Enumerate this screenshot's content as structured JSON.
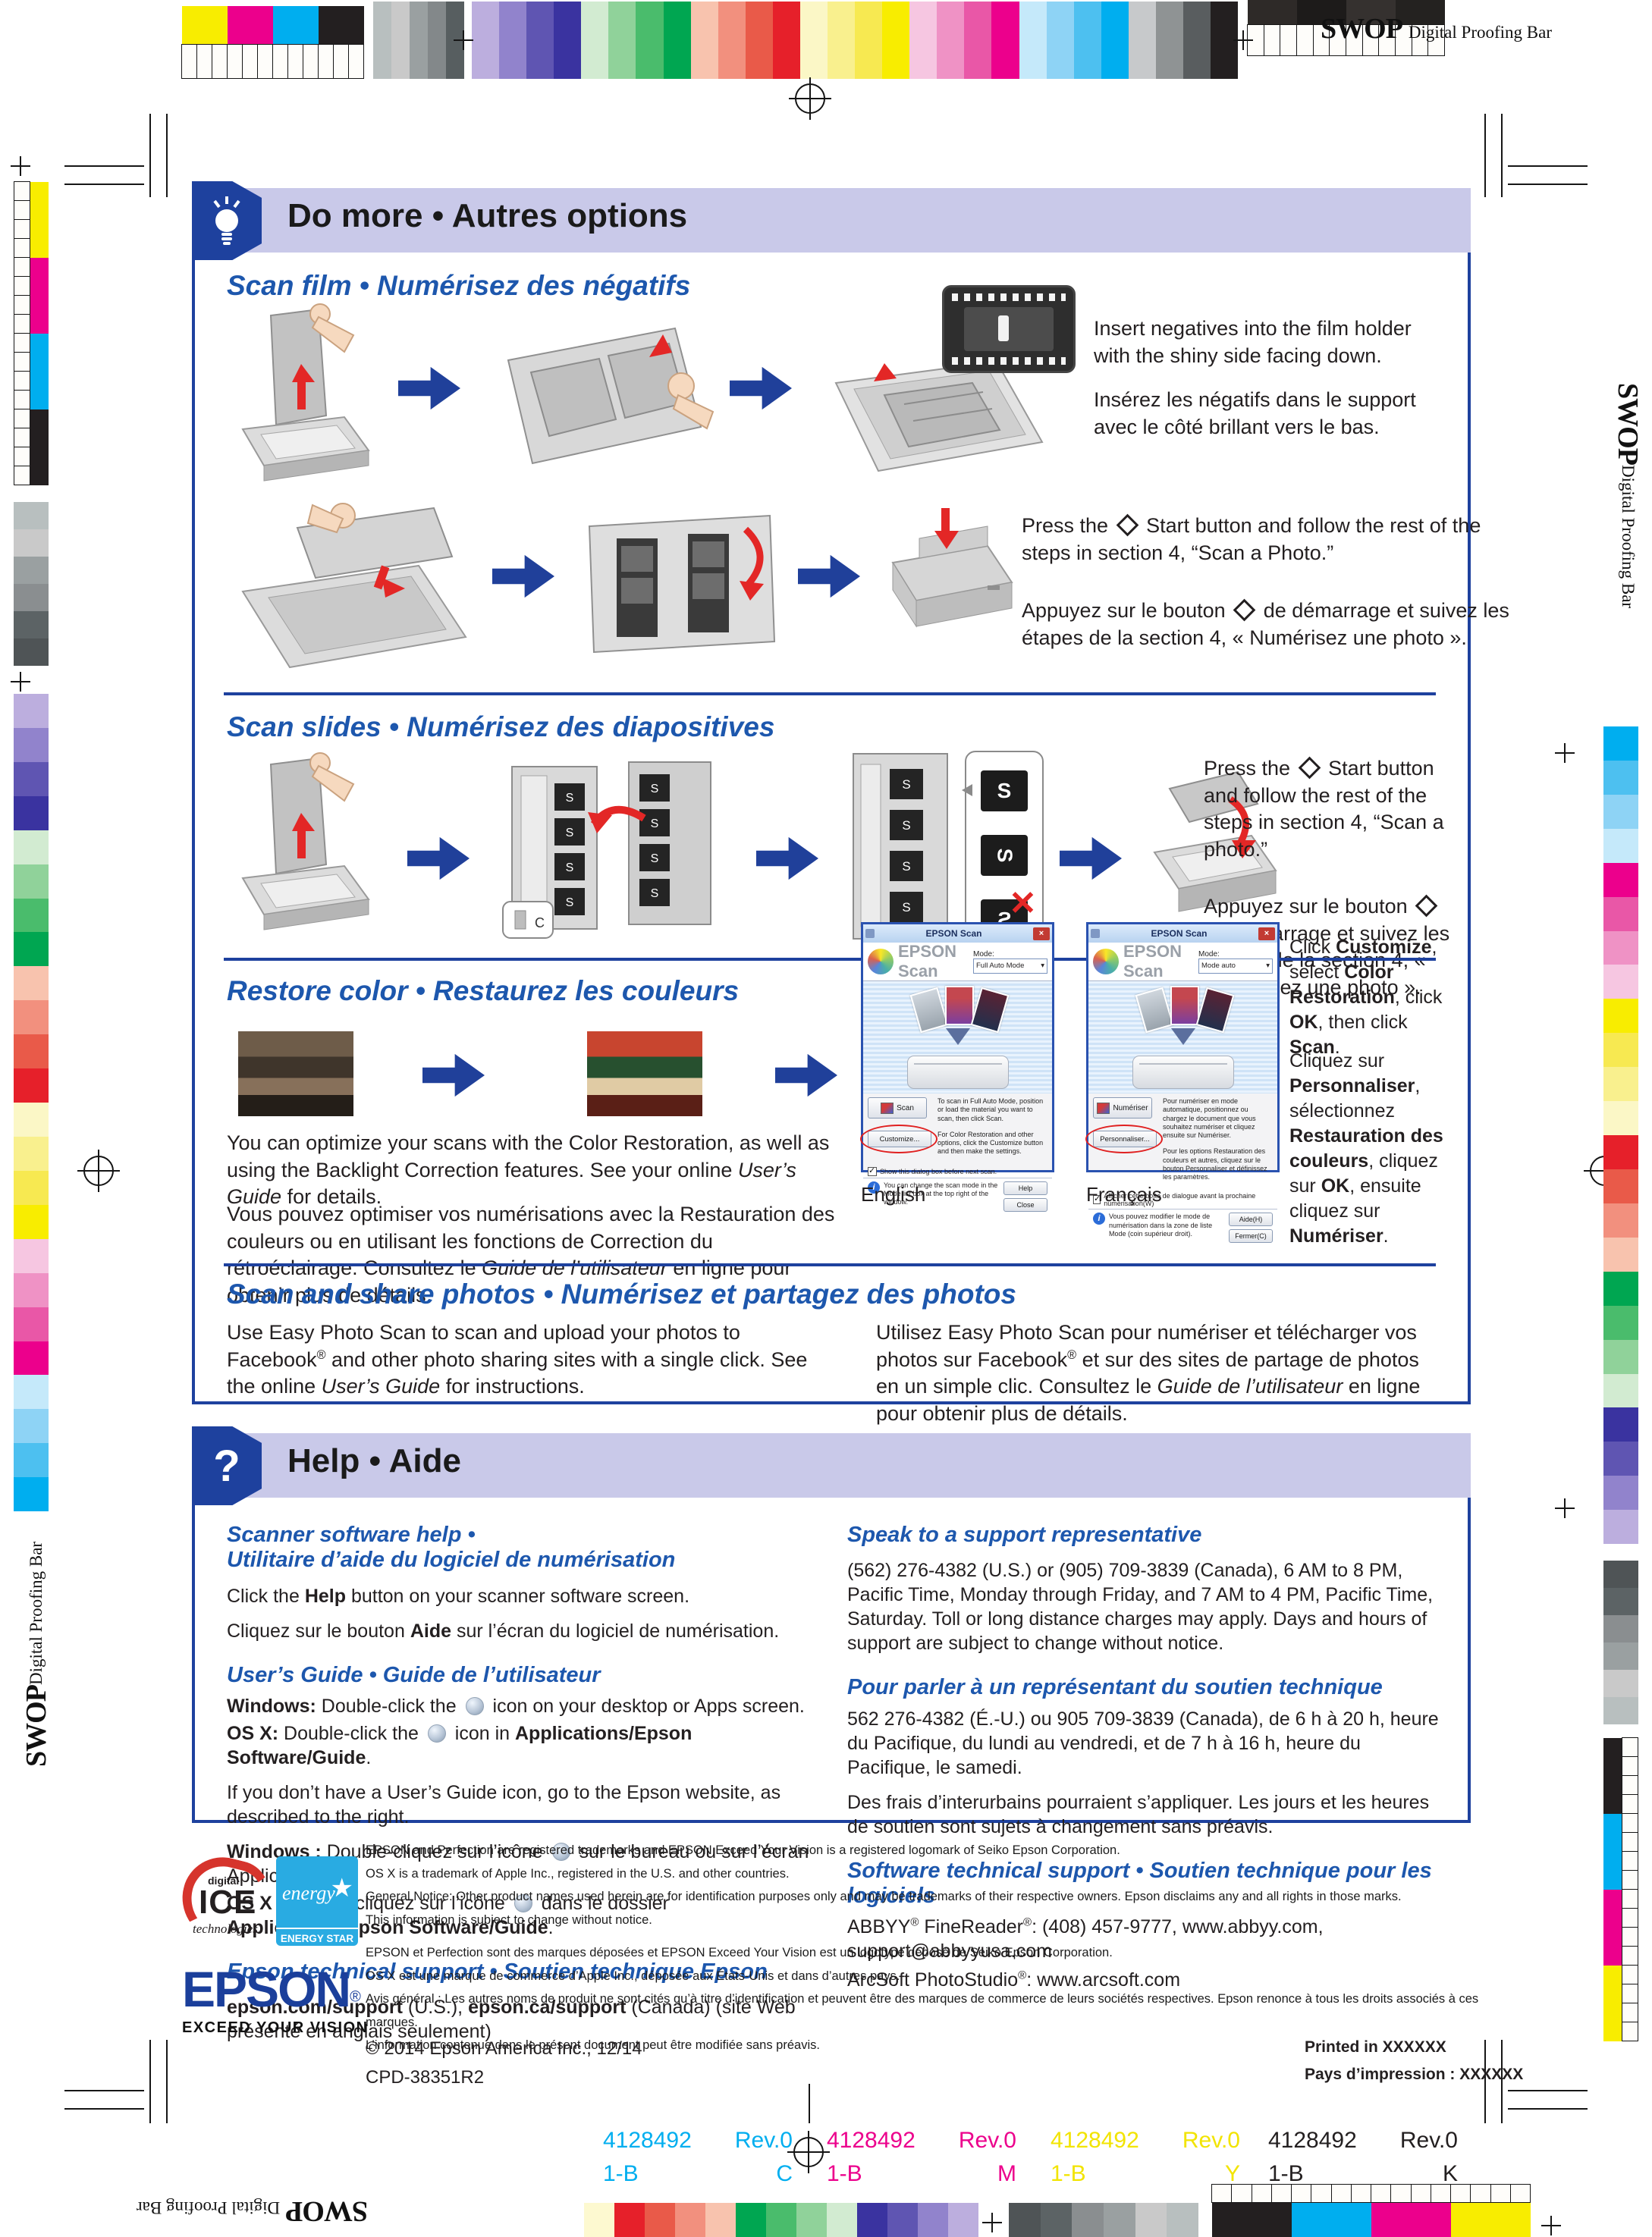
{
  "proof": {
    "swop_bold": "SWOP",
    "swop_rest": "Digital Proofing Bar"
  },
  "colors": {
    "accent_blue": "#1e419e",
    "heading_blue": "#1d57ad",
    "band_bg": "#c9c9e9",
    "text": "#231f20",
    "red": "#e32726"
  },
  "palettes": {
    "kcmy_top": [
      "#f8ed00",
      "#ec008c",
      "#00aeef",
      "#231f20"
    ],
    "top_grays": [
      "#b8bfbf",
      "#c9c9c9",
      "#9aa0a1",
      "#83888a",
      "#575e60"
    ],
    "top_rainbow": [
      "#bcaede",
      "#9183cc",
      "#5f55b2",
      "#3a33a0",
      "#d2ebd1",
      "#90d29a",
      "#4abc6c",
      "#00a651",
      "#f8c3ae",
      "#f2907e",
      "#e95a49",
      "#e6202a",
      "#fbf7c6",
      "#f9f08e",
      "#f7e951",
      "#f8ed00",
      "#f6c6e1",
      "#ef92c5",
      "#e957a7",
      "#ec008c",
      "#c5e9fa",
      "#8ed3f5",
      "#4dc0f0",
      "#00aeef",
      "#c7c9cb",
      "#8f9394",
      "#595d5f",
      "#231f20"
    ],
    "top_right_dark": [
      "#2e2a28",
      "#1d1b1a",
      "#35312f",
      "#242220"
    ],
    "left_shades": [
      "#bcaede",
      "#9183cc",
      "#5f55b2",
      "#3a33a0",
      "#d2ebd1",
      "#90d29a",
      "#4abc6c",
      "#00a651",
      "#f8c3ae",
      "#f2907e",
      "#e95a49",
      "#e6202a",
      "#fbf7c6",
      "#f9f08e",
      "#f7e951",
      "#f8ed00",
      "#f6c6e1",
      "#ef92c5",
      "#e957a7",
      "#ec008c",
      "#c5e9fa",
      "#8ed3f5",
      "#4dc0f0",
      "#00aeef"
    ],
    "right_shades": [
      "#00aeef",
      "#4dc0f0",
      "#8ed3f5",
      "#c5e9fa",
      "#ec008c",
      "#e957a7",
      "#ef92c5",
      "#f6c6e1",
      "#f8ed00",
      "#f7e951",
      "#f9f08e",
      "#fbf7c6",
      "#e6202a",
      "#e95a49",
      "#f2907e",
      "#f8c3ae",
      "#00a651",
      "#4abc6c",
      "#90d29a",
      "#d2ebd1",
      "#3a33a0",
      "#5f55b2",
      "#9183cc",
      "#bcaede"
    ],
    "left_grays": [
      "#b8bfbf",
      "#c9c9c9",
      "#9aa0a1",
      "#8a8e90",
      "#5c6365",
      "#4f5456"
    ],
    "right_grays": [
      "#4f5456",
      "#5c6365",
      "#8a8e90",
      "#9aa0a1",
      "#c9c9c9",
      "#b8bfbf"
    ],
    "bottom_rainbow": [
      "#fdf9d0",
      "#e6202a",
      "#e95a49",
      "#f2907e",
      "#f8c3ae",
      "#00a651",
      "#4abc6c",
      "#90d29a",
      "#d2ebd1",
      "#3a33a0",
      "#5f55b2",
      "#9183cc",
      "#bcaede"
    ],
    "bottom_grays": [
      "#4f5456",
      "#5c6365",
      "#8a8e90",
      "#9aa0a1",
      "#c9c9c9",
      "#b8bfbf"
    ],
    "kcmy_bottom": [
      "#231f20",
      "#00aeef",
      "#ec008c",
      "#f8ed00"
    ],
    "kcmy_right": [
      "#231f20",
      "#00aeef",
      "#ec008c",
      "#f8ed00"
    ]
  },
  "do_more": {
    "title": "Do more • Autres options",
    "film": {
      "heading": "Scan film • Numérisez des négatifs",
      "note1_en": "Insert negatives into the film holder with the shiny side facing down.",
      "note1_fr": "Insérez les négatifs dans le support avec le côté brillant vers le bas.",
      "note2_en": [
        {
          "t": "Press the "
        },
        {
          "icon": "start-button"
        },
        {
          "t": " Start button and follow the rest of the steps in section 4, “Scan a Photo.”"
        }
      ],
      "note2_fr": [
        {
          "t": "Appuyez sur le bouton "
        },
        {
          "icon": "start-button"
        },
        {
          "t": " de démarrage et suivez les étapes de la section 4, « Numérisez une photo »."
        }
      ]
    },
    "slides": {
      "heading": "Scan slides • Numérisez des diapositives",
      "note_en": [
        {
          "t": "Press the "
        },
        {
          "icon": "start-button"
        },
        {
          "t": " Start button and follow the rest of the steps in section 4, “Scan a photo.”"
        }
      ],
      "note_fr": [
        {
          "t": "Appuyez sur le bouton "
        },
        {
          "icon": "start-button"
        },
        {
          "t": " de démarrage et suivez les étapes de la section 4, « Numérisez une photo »."
        }
      ]
    },
    "restore": {
      "heading": "Restore color • Restaurez les couleurs",
      "para_en": [
        {
          "t": "You can optimize your scans with the Color Restoration, as well as using the Backlight Correction features. See your online "
        },
        {
          "t": "User’s Guide",
          "i": true
        },
        {
          "t": " for details."
        }
      ],
      "para_fr": [
        {
          "t": "Vous pouvez optimiser vos numérisations avec la Restauration des couleurs ou en utilisant les fonctions de Correction du rétroéclairage. Consultez le "
        },
        {
          "t": "Guide de l’utilisateur",
          "i": true
        },
        {
          "t": " en ligne pour obtenir plus de détails."
        }
      ],
      "side_en": [
        {
          "t": "Click "
        },
        {
          "t": "Customize",
          "b": true
        },
        {
          "t": ", select "
        },
        {
          "t": "Color Restoration",
          "b": true
        },
        {
          "t": ", click "
        },
        {
          "t": "OK",
          "b": true
        },
        {
          "t": ", then click "
        },
        {
          "t": "Scan",
          "b": true
        },
        {
          "t": "."
        }
      ],
      "side_fr": [
        {
          "t": "Cliquez sur "
        },
        {
          "t": "Personnaliser",
          "b": true
        },
        {
          "t": ", sélectionnez "
        },
        {
          "t": "Restauration des couleurs",
          "b": true
        },
        {
          "t": ", cliquez sur "
        },
        {
          "t": "OK",
          "b": true
        },
        {
          "t": ", ensuite cliquez sur "
        },
        {
          "t": "Numériser",
          "b": true
        },
        {
          "t": "."
        }
      ],
      "label_en": "English",
      "label_fr": "Français"
    },
    "share": {
      "heading": "Scan and share photos • Numérisez et partagez des photos",
      "para_en": [
        {
          "t": "Use Easy Photo Scan to scan and upload your photos to Facebook"
        },
        {
          "t": "®",
          "sup": true
        },
        {
          "t": " and other photo sharing sites with a single click. See the online "
        },
        {
          "t": "User’s Guide",
          "i": true
        },
        {
          "t": " for instructions."
        }
      ],
      "para_fr": [
        {
          "t": "Utilisez Easy Photo Scan pour numériser et télécharger vos photos sur Facebook"
        },
        {
          "t": "®",
          "sup": true
        },
        {
          "t": " et sur des sites de partage de photos en un simple clic. Consultez le "
        },
        {
          "t": "Guide de l’utilisateur",
          "i": true
        },
        {
          "t": " en ligne pour obtenir plus de détails."
        }
      ]
    }
  },
  "dialogs": {
    "en": {
      "title": "EPSON Scan",
      "logo": "EPSON Scan",
      "mode_label": "Mode:",
      "mode_value": "Full Auto Mode",
      "scan_btn": "Scan",
      "scan_desc": "To scan in Full Auto Mode, position or load the material you want to scan, then click Scan.",
      "customize_btn": "Customize...",
      "customize_desc": "For Color Restoration and other options, click the Customize button and then make the settings.",
      "checkbox": "Show this dialog box before next scan.",
      "info": "You can change the scan mode in the Mode list box at the top right of the window.",
      "help_btn": "Help",
      "close_btn": "Close"
    },
    "fr": {
      "title": "EPSON Scan",
      "logo": "EPSON Scan",
      "mode_label": "Mode:",
      "mode_value": "Mode auto",
      "scan_btn": "Numériser",
      "scan_desc": "Pour numériser en mode automatique, positionnez ou chargez le document que vous souhaitez numériser et cliquez ensuite sur Numériser.",
      "customize_btn": "Personnaliser...",
      "customize_desc": "Pour les options Restauration des couleurs et autres, cliquez sur le bouton Personnaliser et définissez les paramètres.",
      "checkbox": "Afficher cette boîte de dialogue avant la prochaine numérisation(W)",
      "info": "Vous pouvez modifier le mode de numérisation dans la zone de liste Mode (coin supérieur droit).",
      "help_btn": "Aide(H)",
      "close_btn": "Fermer(C)"
    }
  },
  "help": {
    "title": "Help • Aide",
    "left": {
      "h1a": "Scanner software help •",
      "h1b": "Utilitaire d’aide du logiciel de numérisation",
      "p1": [
        {
          "t": "Click the "
        },
        {
          "t": "Help",
          "b": true
        },
        {
          "t": " button on your scanner software screen."
        }
      ],
      "p2": [
        {
          "t": "Cliquez sur le bouton "
        },
        {
          "t": "Aide",
          "b": true
        },
        {
          "t": " sur l’écran du logiciel de numérisation."
        }
      ],
      "h2": "User’s Guide • Guide de l’utilisateur",
      "win_en": [
        {
          "t": "Windows:",
          "b": true
        },
        {
          "t": " Double-click the "
        },
        {
          "icon": "guide"
        },
        {
          "t": " icon on your desktop or Apps screen."
        }
      ],
      "osx_en": [
        {
          "t": "OS X:",
          "b": true
        },
        {
          "t": " Double-click the "
        },
        {
          "icon": "guide"
        },
        {
          "t": " icon in "
        },
        {
          "t": "Applications/Epson Software/Guide",
          "b": true
        },
        {
          "t": "."
        }
      ],
      "if_note": "If you don’t have a User’s Guide icon, go to the Epson website, as described to the right.",
      "win_fr": [
        {
          "t": "Windows :",
          "b": true
        },
        {
          "t": " Double-cliquez sur l’icône "
        },
        {
          "icon": "guide"
        },
        {
          "t": " sur le bureau ou sur l’écran Applications."
        }
      ],
      "osx_fr": [
        {
          "t": "OS X :",
          "b": true
        },
        {
          "t": " Double-cliquez sur l’icône "
        },
        {
          "icon": "guide"
        },
        {
          "t": " dans le dossier "
        },
        {
          "t": "Applications/Epson Software/Guide",
          "b": true
        },
        {
          "t": "."
        }
      ],
      "h3": "Epson technical support • Soutien technique Epson",
      "support": [
        {
          "t": "epson.com/support",
          "b": true
        },
        {
          "t": " (U.S.), "
        },
        {
          "t": "epson.ca/support",
          "b": true
        },
        {
          "t": " (Canada) (site Web présenté en anglais seulement)"
        }
      ]
    },
    "right": {
      "h1": "Speak to a support representative",
      "p1": "(562) 276-4382 (U.S.) or (905) 709-3839 (Canada), 6 AM to 8 PM, Pacific Time, Monday through Friday, and 7 AM to 4 PM, Pacific Time, Saturday. Toll or long distance charges may apply. Days and hours of support are subject to change without notice.",
      "h2": "Pour parler à un représentant du soutien technique",
      "p2": "562 276-4382 (É.-U.) ou 905 709-3839 (Canada), de 6 h à 20 h, heure du Pacifique, du lundi au vendredi, et de 7 h à 16 h, heure du Pacifique, le samedi.",
      "p3": "Des frais d’interurbains pourraient s’appliquer. Les jours et les heures de soutien sont sujets à changement sans préavis.",
      "h3": "Software technical support • Soutien technique pour les logiciels",
      "p4": [
        {
          "t": "ABBYY"
        },
        {
          "t": "®",
          "sup": true
        },
        {
          "t": " FineReader"
        },
        {
          "t": "®",
          "sup": true
        },
        {
          "t": ": (408) 457-9777, www.abbyy.com, support@abbyyusa.com"
        }
      ],
      "p5": [
        {
          "t": "ArcSoft PhotoStudio"
        },
        {
          "t": "®",
          "sup": true
        },
        {
          "t": ": www.arcsoft.com"
        }
      ]
    }
  },
  "footer": {
    "tm_en": [
      "EPSON and Perfection are registered trademarks and EPSON Exceed Your Vision is a registered logomark of Seiko Epson Corporation.",
      "OS X is a trademark of Apple Inc., registered in the U.S. and other countries.",
      "General Notice: Other product names used herein are for identification purposes only and may be trademarks of their respective owners. Epson disclaims any and all rights in those marks.",
      "This information is subject to change without notice."
    ],
    "tm_fr": [
      "EPSON et Perfection sont des marques déposées et EPSON Exceed Your Vision est un logotype déposé de Seiko Epson Corporation.",
      "OS X est une marque de commerce d’Apple Inc., déposée aux États-Unis et dans d’autres pays.",
      "Avis général : Les autres noms de produit ne sont cités qu’à titre d’identification et peuvent être des marques de commerce de leurs sociétés respectives. Epson renonce à tous les droits associés à ces marques.",
      "L’information contenue dans le présent document peut être modifiée sans préavis."
    ],
    "ice": {
      "line1": "digital",
      "line2": "ICE",
      "line3": "technologies"
    },
    "energy": {
      "script": "energy",
      "star": "★",
      "label": "ENERGY STAR"
    },
    "epson_logo": "EPSON",
    "epson_reg": "®",
    "epson_tag": "EXCEED YOUR VISION",
    "copyright": "© 2014 Epson America Inc., 12/14",
    "cpd": "CPD-38351R2",
    "printed": "Printed in XXXXXX",
    "pays": "Pays d’impression : XXXXXX"
  },
  "plate": {
    "number": "4128492",
    "rev": "Rev.0",
    "form": "1-B",
    "groups": [
      {
        "letter": "C",
        "color": "#00aeef"
      },
      {
        "letter": "M",
        "color": "#ec008c"
      },
      {
        "letter": "Y",
        "color": "#f2e400"
      },
      {
        "letter": "K",
        "color": "#231f20"
      }
    ]
  }
}
